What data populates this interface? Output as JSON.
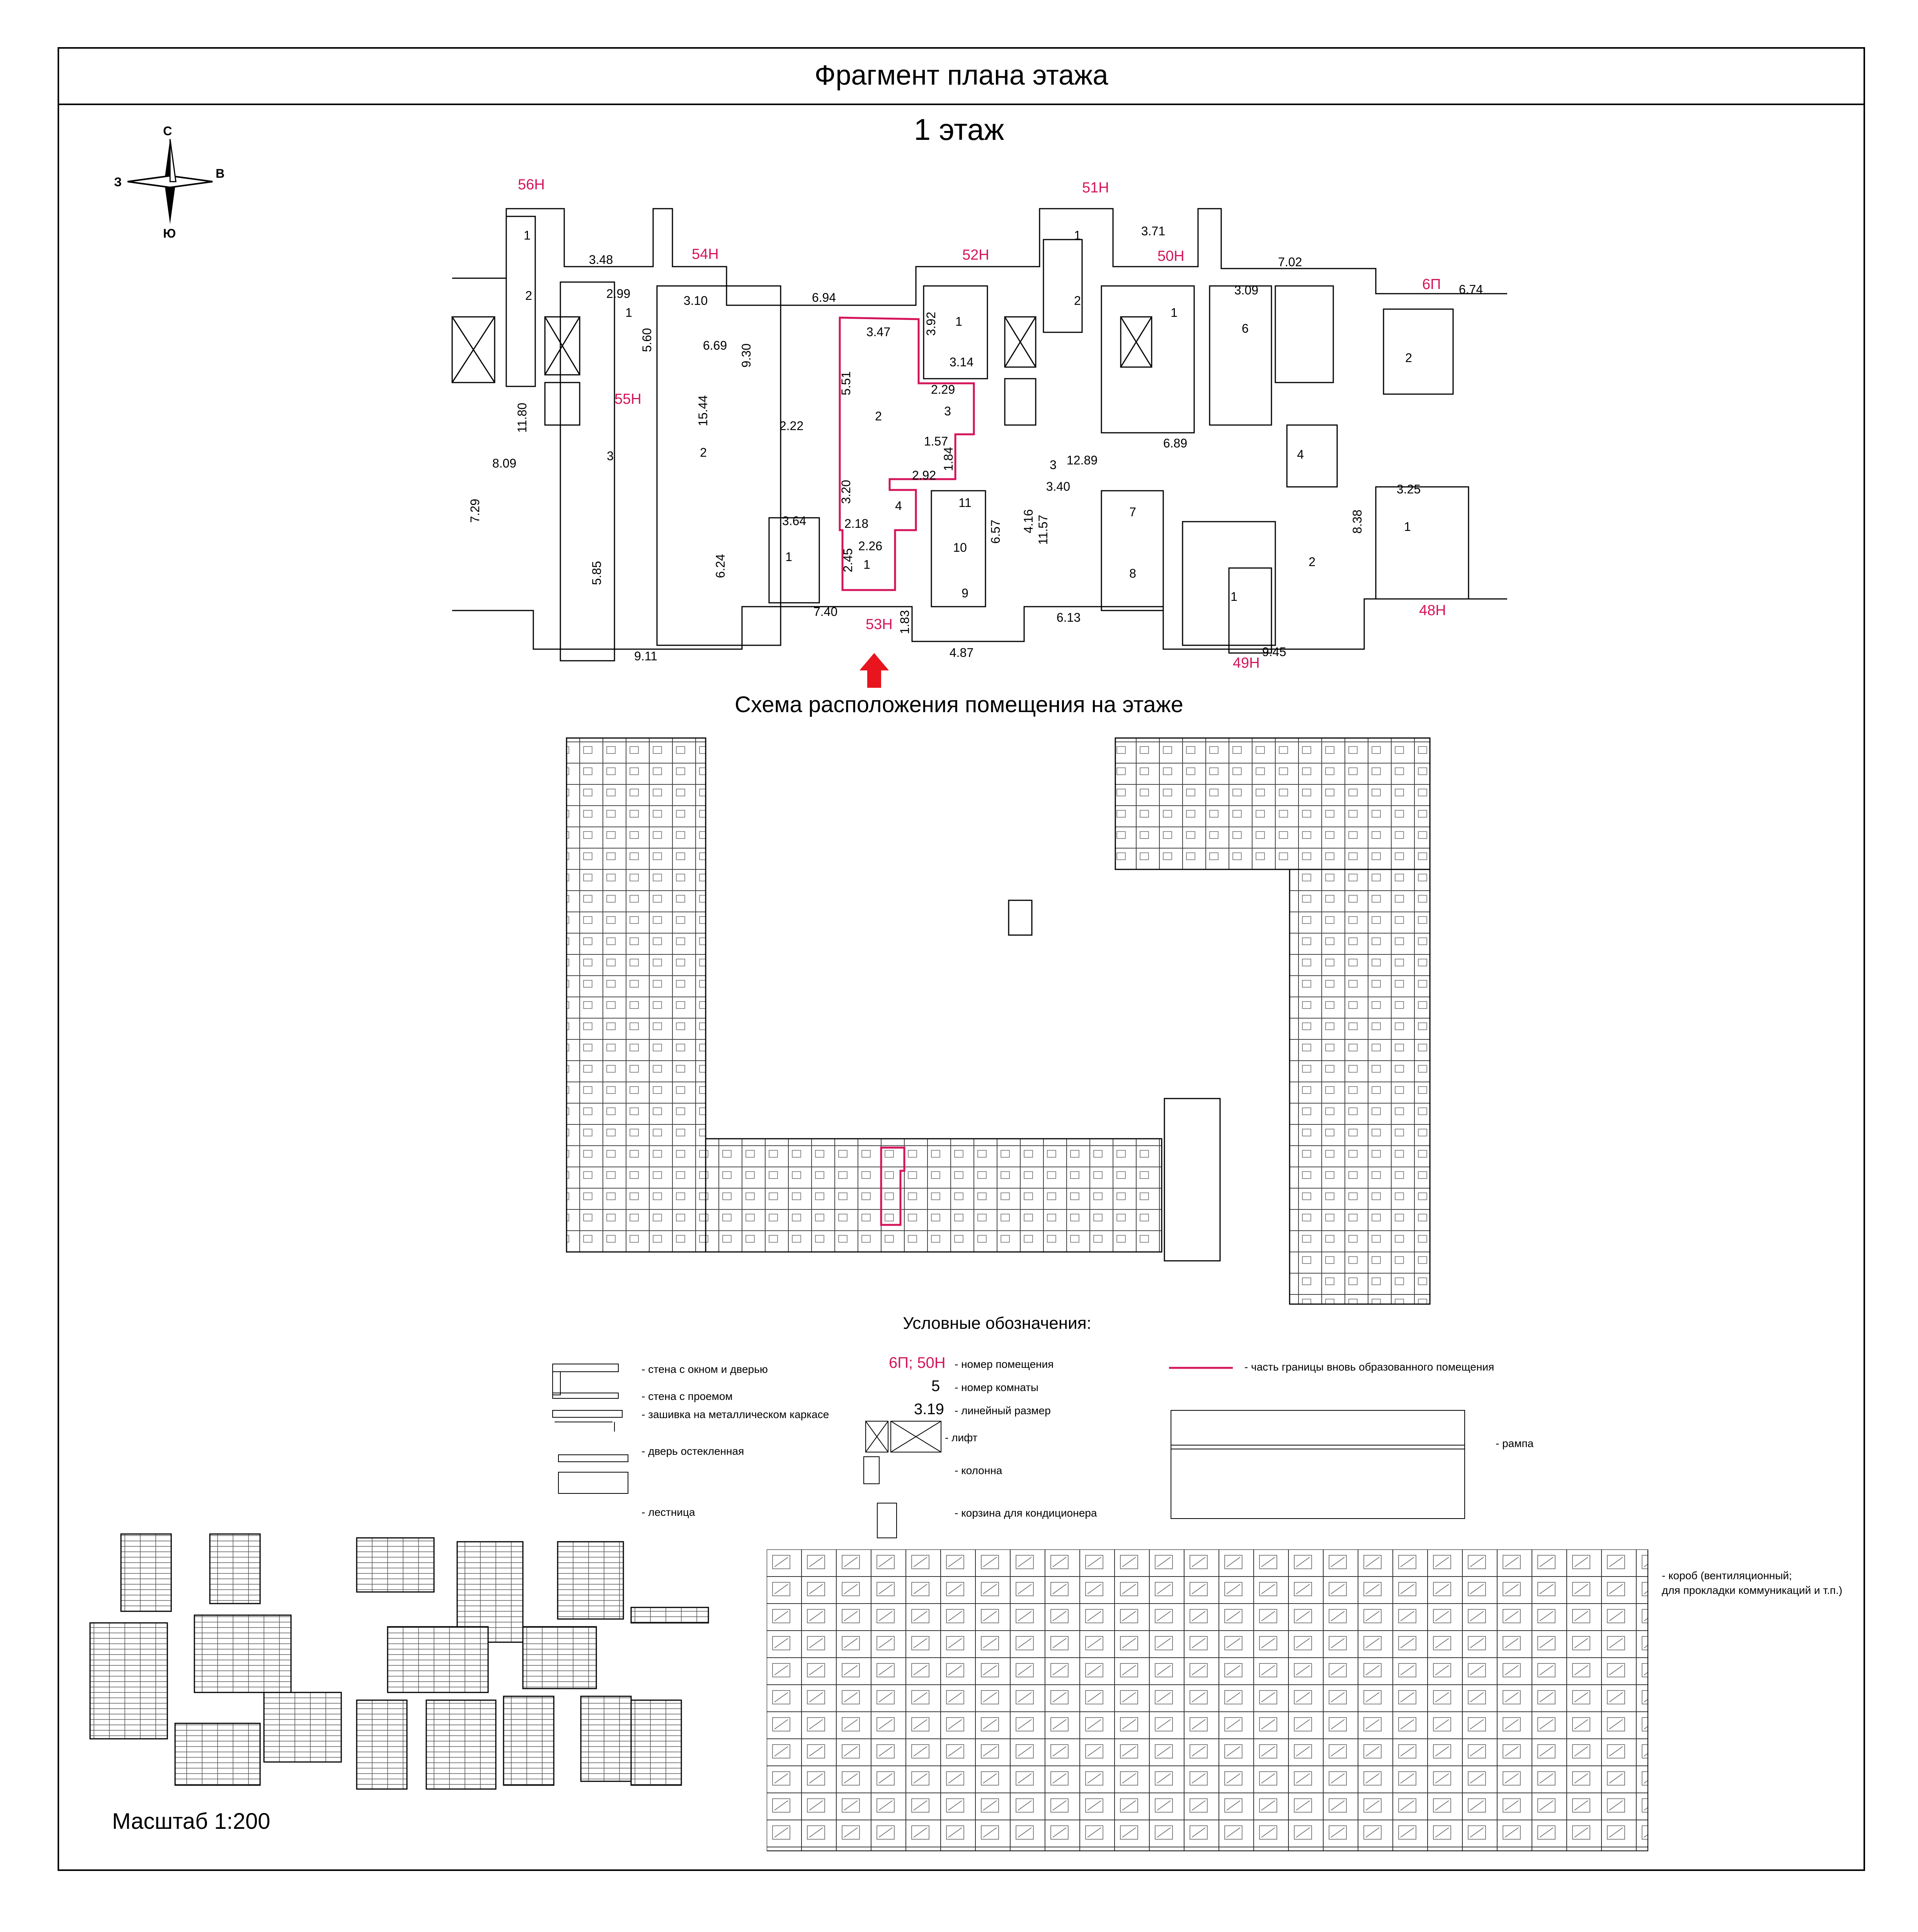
{
  "header": {
    "title": "Фрагмент плана этажа",
    "floor": "1 этаж"
  },
  "compass": {
    "north": "С",
    "south": "Ю",
    "west": "З",
    "east": "В"
  },
  "plan": {
    "premises": [
      "56Н",
      "54Н",
      "55Н",
      "52Н",
      "51Н",
      "50Н",
      "6П",
      "53Н",
      "49Н",
      "48Н"
    ],
    "highlighted_premise": "53Н",
    "labels": [
      "1",
      "2",
      "3.47",
      "2",
      "3",
      "4",
      "1",
      "2.26",
      "2.45",
      "5.51",
      "3.20",
      "2.18",
      "2.92",
      "1.84",
      "2.29",
      "1.57",
      "6.94",
      "3.92",
      "1",
      "3.14",
      "12.89",
      "3",
      "7.40",
      "1.83",
      "4.87",
      "9",
      "10",
      "11",
      "6.57",
      "4.16",
      "3.40",
      "11.57",
      "2",
      "6.69",
      "9.30",
      "15.44",
      "3.10",
      "1",
      "5.60",
      "2.99",
      "3",
      "9.11",
      "5.85",
      "6.24",
      "1",
      "3.64",
      "2.22",
      "3.48",
      "11.80",
      "8.09",
      "7.29",
      "1",
      "6",
      "3.09",
      "7.02",
      "3.71",
      "4",
      "6.89",
      "7",
      "8",
      "2",
      "1",
      "8.38",
      "9.45",
      "1",
      "2",
      "3.25",
      "6.74",
      "6.13",
      "1",
      "2"
    ]
  },
  "scheme": {
    "title": "Схема расположения помещения на этаже"
  },
  "legend": {
    "title": "Условные обозначения:",
    "items_left": [
      "- стена с окном и дверью",
      "- стена с проемом",
      "- зашивка на металлическом каркасе",
      "- дверь остекленная",
      "- лестница"
    ],
    "premise_sample": "6П; 50Н",
    "premise_desc": "- номер помещения",
    "room_sample": "5",
    "room_desc": "- номер комнаты",
    "dim_sample": "3.19",
    "dim_desc": "- линейный размер",
    "lift": "- лифт",
    "column": "- колонна",
    "ac_basket": "- корзина для кондиционера",
    "boundary": "- часть границы вновь образованного помещения",
    "ramp": "- рампа",
    "duct_line1": "- короб (вентиляционный;",
    "duct_line2": "для прокладки коммуникаций и т.п.)"
  },
  "footer": {
    "scale": "Масштаб 1:200"
  },
  "colors": {
    "accent": "#d4145a",
    "arrow": "#e8141e"
  }
}
